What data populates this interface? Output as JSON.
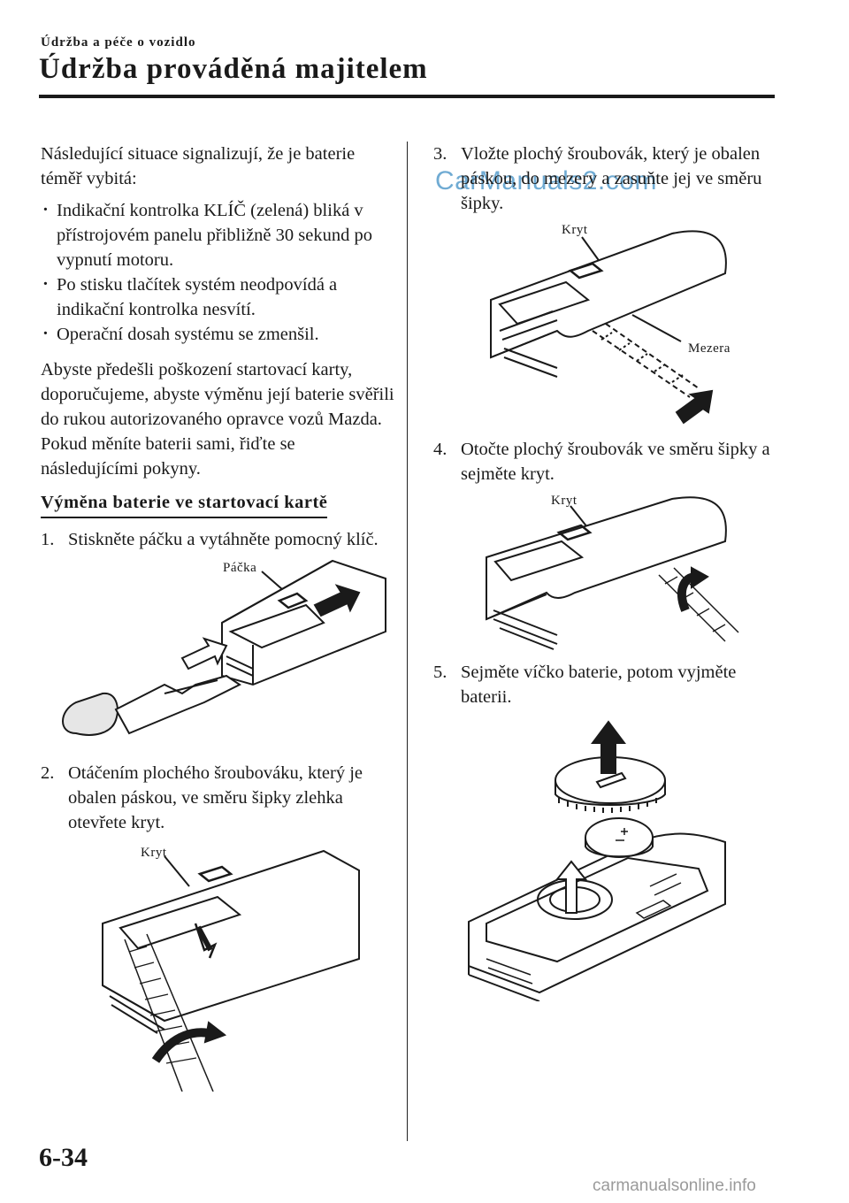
{
  "header": {
    "section": "Údržba a péče o vozidlo",
    "title": "Údržba prováděná majitelem"
  },
  "left": {
    "intro": "Následující situace signalizují, že je baterie téměř vybitá:",
    "bullets": [
      "Indikační kontrolka KLÍČ (zelená) bliká v přístrojovém panelu přibližně 30 sekund po vypnutí motoru.",
      "Po stisku tlačítek systém neodpovídá a indikační kontrolka nesvítí.",
      "Operační dosah systému se zmenšil."
    ],
    "advice": "Abyste předešli poškození startovací karty, doporučujeme, abyste výměnu její baterie svěřili do rukou autorizovaného opravce vozů Mazda. Pokud měníte baterii sami, řiďte se následujícími pokyny.",
    "subheading": "Výměna baterie ve startovací kartě",
    "step1": {
      "num": "1.",
      "text": "Stiskněte páčku a vytáhněte pomocný klíč.",
      "label": "Páčka"
    },
    "step2": {
      "num": "2.",
      "text": "Otáčením plochého šroubováku, který je obalen páskou, ve směru šipky zlehka otevřete kryt.",
      "label": "Kryt"
    }
  },
  "right": {
    "step3": {
      "num": "3.",
      "text": "Vložte plochý šroubovák, který je obalen páskou, do mezery a zasuňte jej ve směru šipky.",
      "label_cover": "Kryt",
      "label_gap": "Mezera"
    },
    "step4": {
      "num": "4.",
      "text": "Otočte plochý šroubovák ve směru šipky a sejměte kryt.",
      "label": "Kryt"
    },
    "step5": {
      "num": "5.",
      "text": "Sejměte víčko baterie, potom vyjměte baterii."
    }
  },
  "footer": {
    "page_number": "6-34",
    "watermark_top": "CarManuals2.com",
    "watermark_bottom": "carmanualsonline.info"
  }
}
